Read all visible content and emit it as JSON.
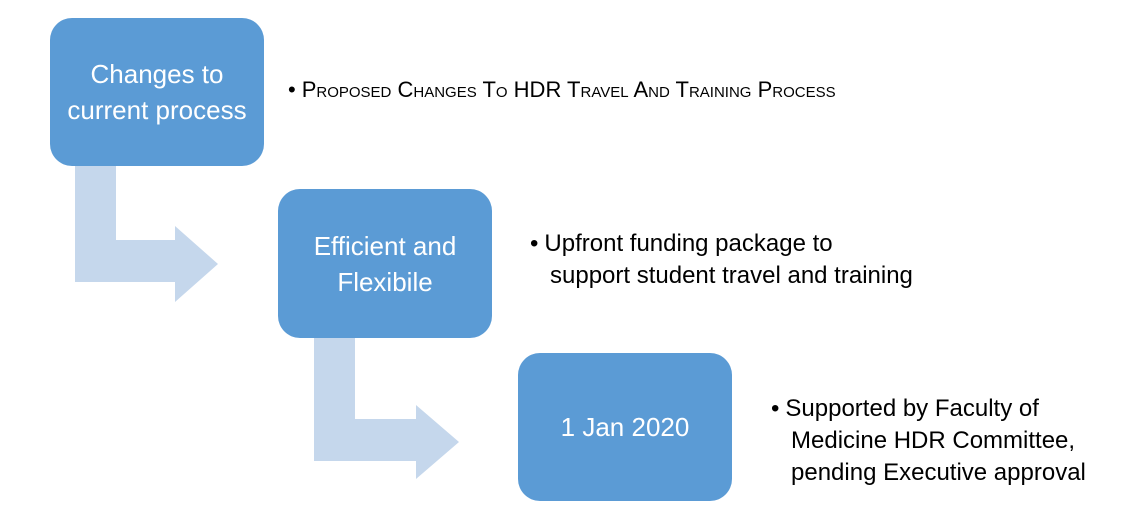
{
  "steps": [
    {
      "box_text": "Changes to current process",
      "bullet_lines": [
        "Proposed Changes To HDR Travel And Training Process"
      ]
    },
    {
      "box_text": "Efficient and Flexibile",
      "bullet_lines": [
        "Upfront funding package to",
        "support student travel and training"
      ]
    },
    {
      "box_text": "1 Jan 2020",
      "bullet_lines": [
        "Supported by Faculty of",
        "Medicine HDR Committee,",
        "pending Executive approval"
      ]
    }
  ],
  "colors": {
    "box_fill": "#5b9bd5",
    "box_text": "#ffffff",
    "arrow_fill": "#c5d7ec",
    "bullet_text": "#000000"
  }
}
